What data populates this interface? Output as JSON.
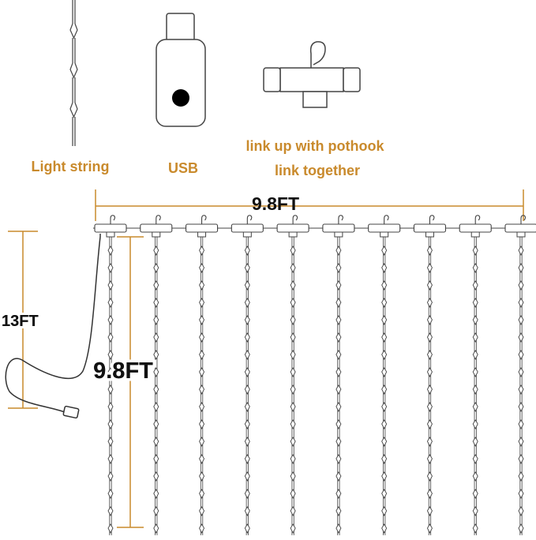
{
  "labels": {
    "light_string": "Light string",
    "usb": "USB",
    "pothook_line1": "link up with pothook",
    "pothook_line2": "link together"
  },
  "dimensions": {
    "width": "9.8FT",
    "drop": "9.8FT",
    "total_height": "13FT"
  },
  "curtain": {
    "strand_count": 10
  },
  "colors": {
    "accent": "#c98a2c",
    "line": "#333333",
    "text": "#111111",
    "background": "#ffffff"
  }
}
